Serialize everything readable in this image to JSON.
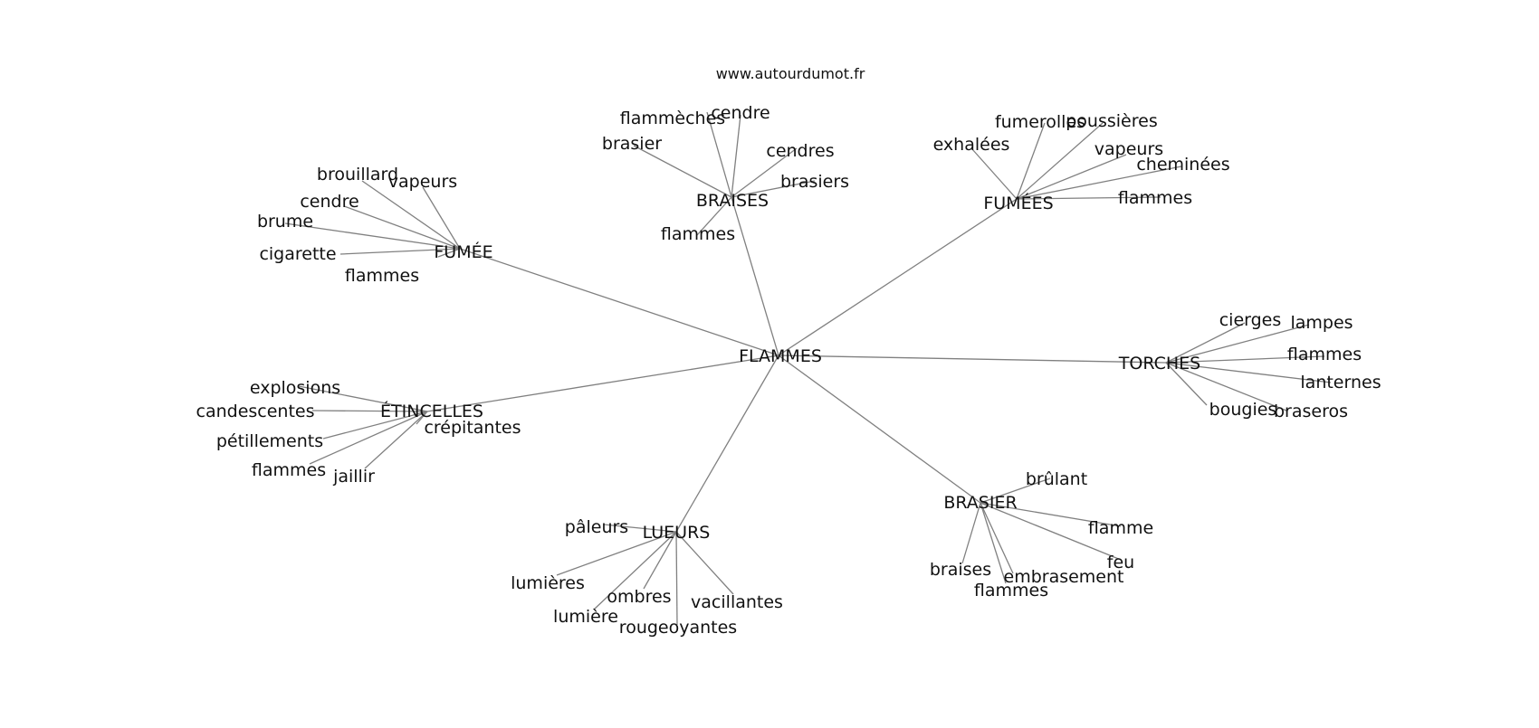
{
  "source": "www.autourdumot.fr",
  "center": "FLAMMES",
  "clusters": [
    {
      "key": "fumee",
      "label": "FUMÉE",
      "words": [
        "brouillard",
        "vapeurs",
        "cendre",
        "brume",
        "cigarette",
        "flammes"
      ]
    },
    {
      "key": "braises",
      "label": "BRAISES",
      "words": [
        "flammèches",
        "cendre",
        "brasier",
        "cendres",
        "brasiers",
        "flammes"
      ]
    },
    {
      "key": "fumees",
      "label": "FUMÉES",
      "words": [
        "exhalées",
        "fumerolles",
        "poussières",
        "vapeurs",
        "cheminées",
        "flammes"
      ]
    },
    {
      "key": "torches",
      "label": "TORCHES",
      "words": [
        "cierges",
        "lampes",
        "flammes",
        "lanternes",
        "bougies",
        "braseros"
      ]
    },
    {
      "key": "brasier",
      "label": "BRASIER",
      "words": [
        "brûlant",
        "flamme",
        "feu",
        "braises",
        "embrasement",
        "flammes"
      ]
    },
    {
      "key": "lueurs",
      "label": "LUEURS",
      "words": [
        "pâleurs",
        "lumières",
        "ombres",
        "vacillantes",
        "lumière",
        "rougeoyantes"
      ]
    },
    {
      "key": "etincelles",
      "label": "ÉTINCELLES",
      "words": [
        "explosions",
        "candescentes",
        "crépitantes",
        "pétillements",
        "flammes",
        "jaillir"
      ]
    }
  ]
}
